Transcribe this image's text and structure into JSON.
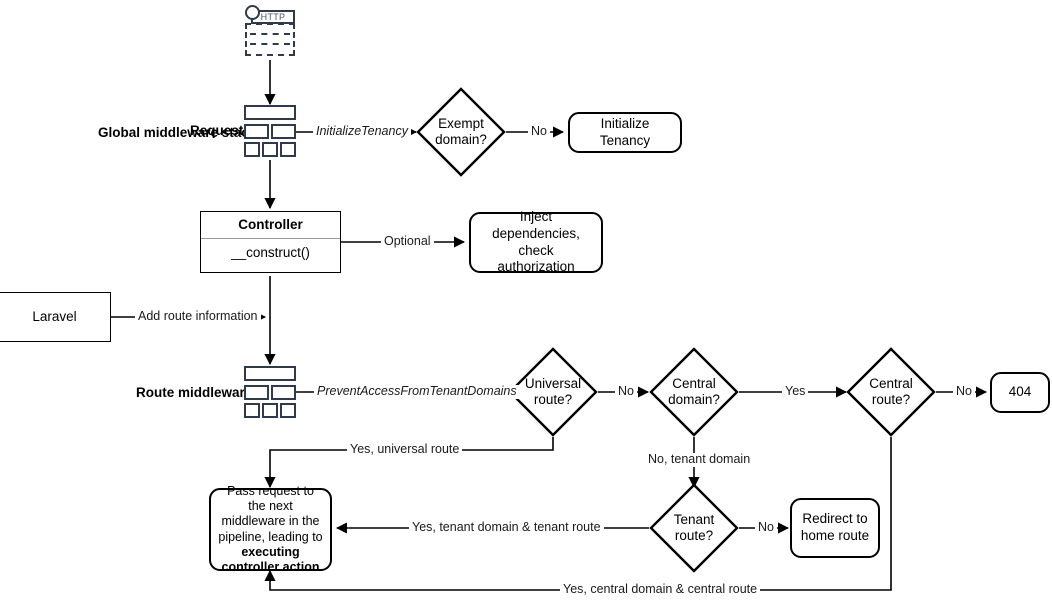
{
  "diagram": {
    "title": "Tenancy request lifecycle",
    "stroke_color": "#000000",
    "icon_color": "#2f3b4c"
  },
  "lanes": [
    {
      "id": "request",
      "label": "Request"
    },
    {
      "id": "global-middleware",
      "label": "Global middleware stack"
    },
    {
      "id": "route-middleware",
      "label": "Route middleware"
    }
  ],
  "icons": {
    "http_request": {
      "name": "http-request-icon",
      "protocol_label": "HTTP"
    },
    "middleware_stack": {
      "name": "middleware-stack-icon"
    }
  },
  "nodes": {
    "controller": {
      "title": "Controller",
      "member": "__construct()"
    },
    "laravel": {
      "label": "Laravel"
    },
    "initialize_tenancy": {
      "label": "Initialize Tenancy"
    },
    "inject_dependencies": {
      "line1": "Inject dependencies,",
      "line2": "check authorization"
    },
    "not_found": {
      "label": "404"
    },
    "redirect_home": {
      "line1": "Redirect to",
      "line2": "home route"
    },
    "pass_request": {
      "text_plain": "Pass request to the next middleware in the pipeline, leading to ",
      "text_bold": "executing controller action"
    }
  },
  "decisions": [
    {
      "id": "exempt-domain",
      "line1": "Exempt",
      "line2": "domain?"
    },
    {
      "id": "universal-route",
      "line1": "Universal",
      "line2": "route?"
    },
    {
      "id": "central-domain",
      "line1": "Central",
      "line2": "domain?"
    },
    {
      "id": "central-route",
      "line1": "Central",
      "line2": "route?"
    },
    {
      "id": "tenant-route",
      "line1": "Tenant",
      "line2": "route?"
    }
  ],
  "edges": [
    {
      "id": "initialize-tenancy-middleware",
      "label": "InitializeTenancy",
      "style": "italic"
    },
    {
      "id": "exempt-domain-no",
      "label": "No",
      "style": "normal"
    },
    {
      "id": "controller-optional",
      "label": "Optional",
      "style": "normal"
    },
    {
      "id": "laravel-add-route-information",
      "label": "Add route information",
      "style": "normal"
    },
    {
      "id": "prevent-access-middleware",
      "label": "PreventAccessFromTenantDomains",
      "style": "italic"
    },
    {
      "id": "universal-route-no",
      "label": "No",
      "style": "normal"
    },
    {
      "id": "central-domain-yes",
      "label": "Yes",
      "style": "normal"
    },
    {
      "id": "central-route-no",
      "label": "No",
      "style": "normal"
    },
    {
      "id": "central-domain-no-tenant",
      "label": "No, tenant domain",
      "style": "normal"
    },
    {
      "id": "universal-route-yes",
      "label": "Yes, universal route",
      "style": "normal"
    },
    {
      "id": "tenant-route-yes",
      "label": "Yes, tenant domain & tenant route",
      "style": "normal"
    },
    {
      "id": "tenant-route-no",
      "label": "No",
      "style": "normal"
    },
    {
      "id": "central-route-yes",
      "label": "Yes, central domain & central route",
      "style": "normal"
    }
  ]
}
